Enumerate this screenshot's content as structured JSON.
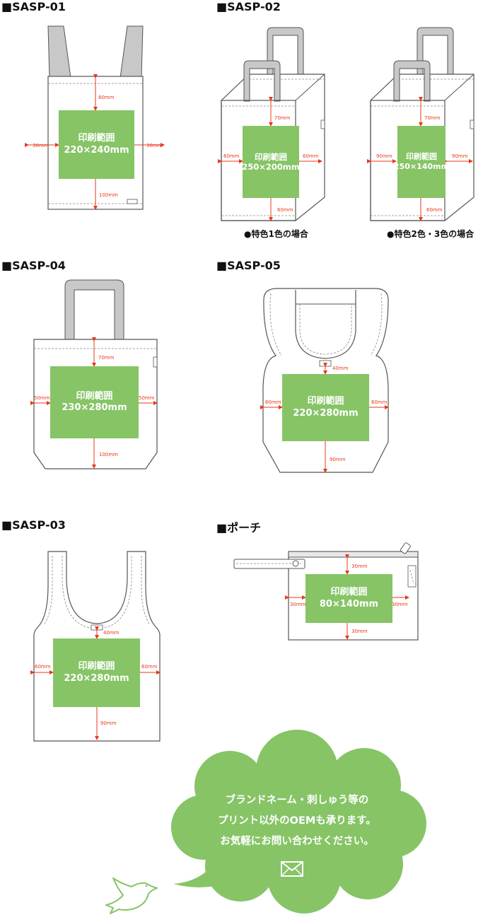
{
  "sections": {
    "sasp01": {
      "title": "■SASP-01",
      "area": {
        "label": "印刷範囲",
        "size": "220×240mm"
      },
      "top": "80mm",
      "left": "30mm",
      "right": "30mm",
      "bottom": "100mm"
    },
    "sasp02": {
      "title": "■SASP-02",
      "one_color": {
        "caption": "●特色1色の場合",
        "area": {
          "label": "印刷範囲",
          "size": "250×200mm"
        },
        "top": "70mm",
        "left": "60mm",
        "right": "60mm",
        "bottom": "60mm"
      },
      "two_three_color": {
        "caption": "●特色2色・3色の場合",
        "area": {
          "label": "印刷範囲",
          "size": "250×140mm"
        },
        "top": "70mm",
        "left": "90mm",
        "right": "90mm",
        "bottom": "60mm"
      }
    },
    "sasp04": {
      "title": "■SASP-04",
      "area": {
        "label": "印刷範囲",
        "size": "230×280mm"
      },
      "top": "70mm",
      "left": "50mm",
      "right": "50mm",
      "bottom": "100mm"
    },
    "sasp05": {
      "title": "■SASP-05",
      "area": {
        "label": "印刷範囲",
        "size": "220×280mm"
      },
      "top": "40mm",
      "left": "60mm",
      "right": "60mm",
      "bottom": "90mm"
    },
    "sasp03": {
      "title": "■SASP-03",
      "area": {
        "label": "印刷範囲",
        "size": "220×280mm"
      },
      "top": "40mm",
      "left": "60mm",
      "right": "60mm",
      "bottom": "90mm"
    },
    "pouch": {
      "title": "■ポーチ",
      "area": {
        "label": "印刷範囲",
        "size": "80×140mm"
      },
      "top": "30mm",
      "left": "30mm",
      "right": "30mm",
      "bottom": "30mm"
    }
  },
  "bubble": {
    "lines": [
      "ブランドネーム・刺しゅう等の",
      "プリント以外のOEMも承ります。",
      "お気軽にお問い合わせください。"
    ],
    "icon": "envelope-icon"
  },
  "colors": {
    "print_area": "#86c466",
    "dimension": "#e8381b",
    "handle": "#c8c8c8",
    "bubble": "#86c466"
  }
}
